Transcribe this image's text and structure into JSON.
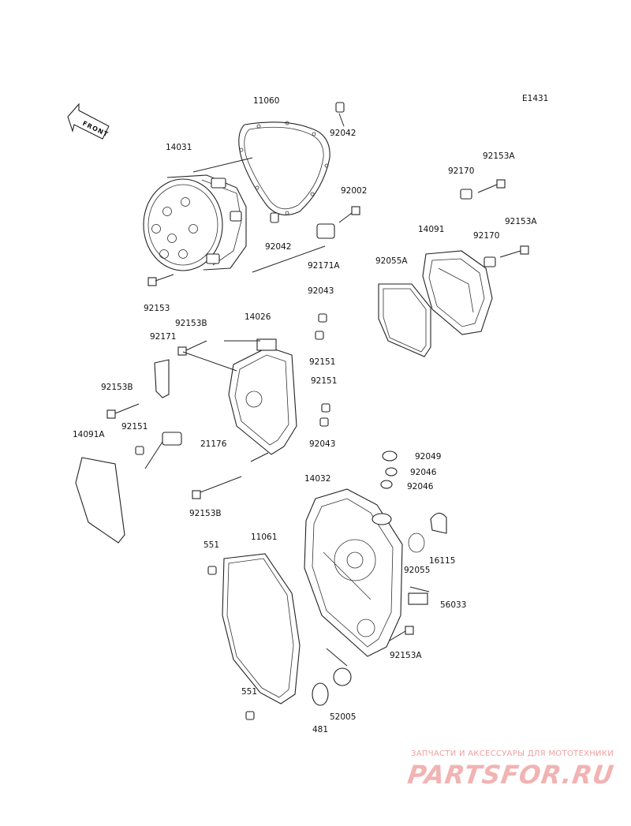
{
  "diagram_id": "E1431",
  "front_label": "FRONT",
  "callouts": {
    "c11060": "11060",
    "c92042a": "92042",
    "c14031": "14031",
    "c92002": "92002",
    "c92042b": "92042",
    "c92171A": "92171A",
    "c92153a": "92153",
    "c92043a": "92043",
    "c14026": "14026",
    "c92153B1": "92153B",
    "c92171": "92171",
    "c92151a": "92151",
    "c92153B2": "92153B",
    "c92151b": "92151",
    "c14091A": "14091A",
    "c92151c": "92151",
    "c21176": "21176",
    "c92043b": "92043",
    "c92153B3": "92153B",
    "c92170a": "92170",
    "c92153A1": "92153A",
    "c92153A2": "92153A",
    "c14091": "14091",
    "c92170b": "92170",
    "c92055A": "92055A",
    "c92049": "92049",
    "c92046a": "92046",
    "c14032": "14032",
    "c92046b": "92046",
    "c551a": "551",
    "c11061": "11061",
    "c16115": "16115",
    "c92055": "92055",
    "c56033": "56033",
    "c92153A3": "92153A",
    "c551b": "551",
    "c52005": "52005",
    "c481": "481"
  },
  "watermark": {
    "tagline": "ЗАПЧАСТИ И АКСЕССУАРЫ ДЛЯ МОТОТЕХНИКИ",
    "brand": "PARTSFOR.RU",
    "color": "#f2b3b3"
  }
}
